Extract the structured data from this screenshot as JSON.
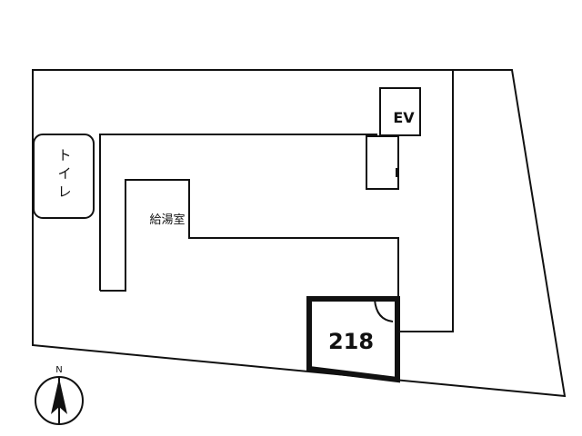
{
  "floor_plan": {
    "toilet_label": "トイレ",
    "kitchenette_label": "給湯室",
    "elevator_label": "EV",
    "unit_label": "218",
    "compass_label": "N"
  },
  "colors": {
    "line": "#111111",
    "background": "#ffffff"
  }
}
